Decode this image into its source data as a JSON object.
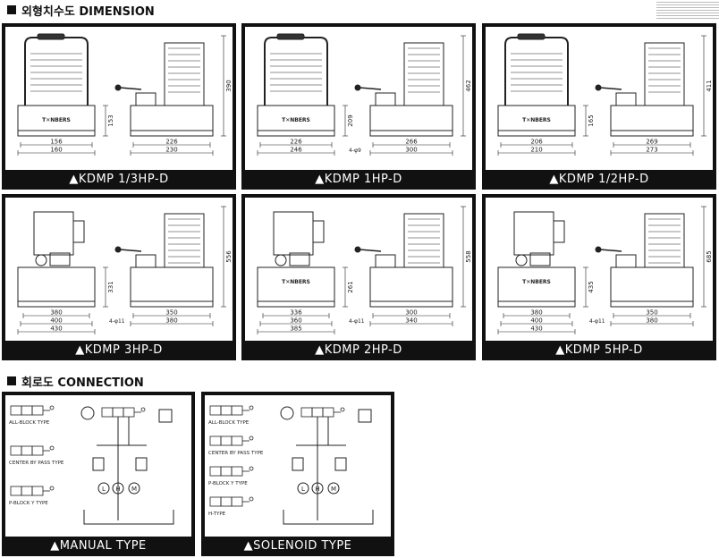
{
  "headers": {
    "dimension": "외형치수도 DIMENSION",
    "connection": "회로도 CONNECTION"
  },
  "panels": [
    {
      "caption": "▲KDMP 1/3HP-D",
      "brand": "T✕NBERS",
      "widths_left": [
        "156",
        "160"
      ],
      "widths_right": [
        "226",
        "230"
      ],
      "height_tank": "153",
      "height_total": "390"
    },
    {
      "caption": "▲KDMP 1HP-D",
      "brand": "T✕NBERS",
      "widths_left": [
        "226",
        "246"
      ],
      "widths_right": [
        "266",
        "300"
      ],
      "height_tank": "209",
      "height_total": "462",
      "bolt": "4-φ9"
    },
    {
      "caption": "▲KDMP 1/2HP-D",
      "brand": "T✕NBERS",
      "widths_left": [
        "206",
        "210"
      ],
      "widths_right": [
        "269",
        "273"
      ],
      "height_tank": "165",
      "height_total": "411"
    },
    {
      "caption": "▲KDMP 3HP-D",
      "widths_left": [
        "380",
        "400",
        "430"
      ],
      "widths_right": [
        "350",
        "380"
      ],
      "height_tank": "331",
      "height_total": "556",
      "bolt": "4-φ11"
    },
    {
      "caption": "▲KDMP 2HP-D",
      "brand": "T✕NBERS",
      "widths_left": [
        "336",
        "360",
        "385"
      ],
      "widths_right": [
        "300",
        "340"
      ],
      "height_tank": "261",
      "height_total": "558",
      "bolt": "4-φ11"
    },
    {
      "caption": "▲KDMP 5HP-D",
      "brand": "T✕NBERS",
      "widths_left": [
        "380",
        "400",
        "430"
      ],
      "widths_right": [
        "350",
        "380"
      ],
      "height_tank": "435",
      "height_total": "685",
      "bolt": "4-φ11"
    }
  ],
  "circuits": [
    {
      "caption": "▲MANUAL TYPE",
      "types": [
        "ALL-BLOCK TYPE",
        "CENTER BY PASS TYPE",
        "P-BLOCK Y TYPE"
      ],
      "gauge_labels": [
        "L",
        "H",
        "M"
      ]
    },
    {
      "caption": "▲SOLENOID TYPE",
      "types": [
        "ALL-BLOCK TYPE",
        "CENTER BY PASS TYPE",
        "P-BLOCK Y TYPE",
        "H-TYPE"
      ],
      "gauge_labels": [
        "L",
        "H",
        "M"
      ]
    }
  ]
}
